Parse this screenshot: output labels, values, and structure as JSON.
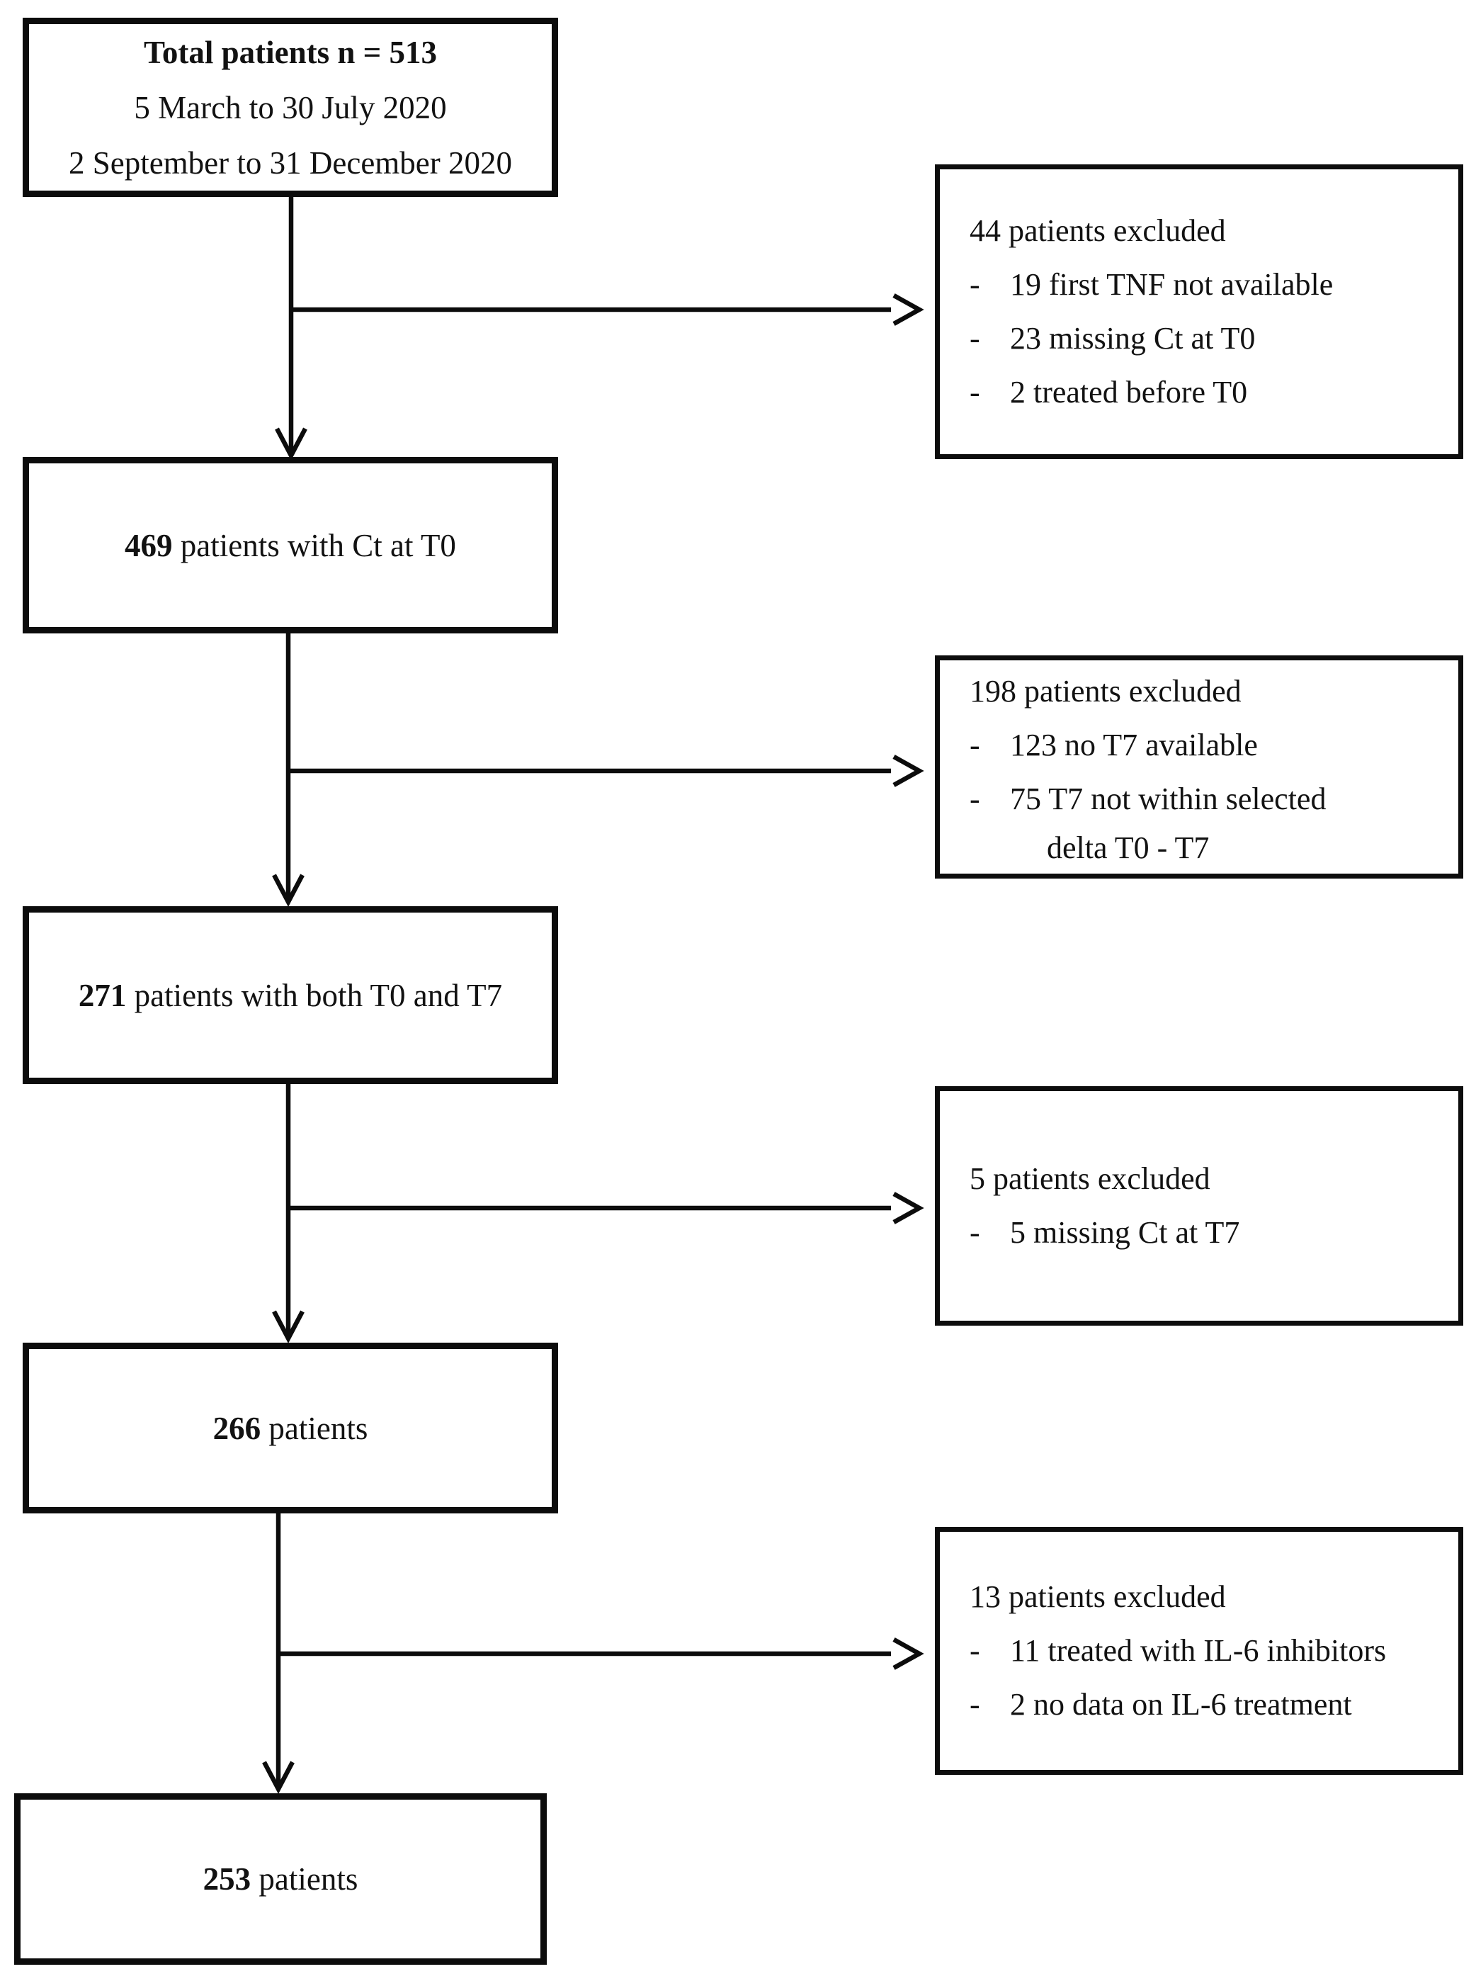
{
  "diagram": {
    "boxes": {
      "total": {
        "line1": "Total patients n = 513",
        "line2": "5 March to 30 July 2020",
        "line3": "2 September to 31 December 2020"
      },
      "ct_t0": {
        "count": "469",
        "label": " patients with Ct at T0"
      },
      "t0_t7": {
        "count": "271",
        "label": " patients with both T0 and T7"
      },
      "after_t7": {
        "count": "266",
        "label": " patients"
      },
      "final": {
        "count": "253",
        "label": " patients"
      }
    },
    "exclusions": {
      "first": {
        "title": "44 patients excluded",
        "bullets": [
          {
            "marker": "-",
            "text": "19 first TNF not available"
          },
          {
            "marker": "-",
            "text": "23 missing Ct at T0"
          },
          {
            "marker": "-",
            "text": "2 treated before T0"
          }
        ]
      },
      "second": {
        "title": "198 patients excluded",
        "bullets": [
          {
            "marker": "-",
            "text": "123 no T7 available"
          },
          {
            "marker": "-",
            "text": "75 T7 not within selected",
            "text_line2": "delta T0 - T7"
          }
        ]
      },
      "third": {
        "title": "5 patients excluded",
        "bullets": [
          {
            "marker": "-",
            "text": "5 missing Ct at T7"
          }
        ]
      },
      "fourth": {
        "title": "13 patients excluded",
        "bullets": [
          {
            "marker": "-",
            "text": "11 treated with IL-6 inhibitors"
          },
          {
            "marker": "-",
            "text": "2 no data on IL-6 treatment"
          }
        ]
      }
    },
    "colors": {
      "line": "#0c0c0c",
      "text": "#121212",
      "background": "#ffffff"
    }
  }
}
